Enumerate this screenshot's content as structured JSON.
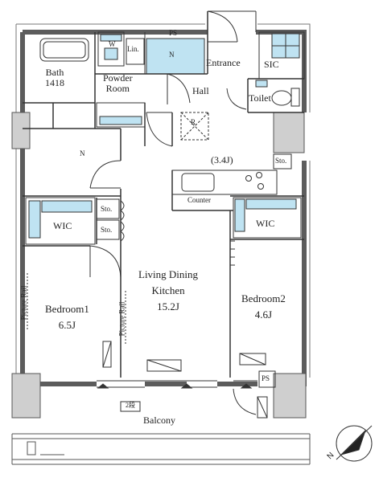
{
  "rooms": {
    "bath": {
      "name": "Bath",
      "size": "1418"
    },
    "washer": "W",
    "linen": "Lin.",
    "ps_top": "PS",
    "fridge_top": "N",
    "entrance": "Entrance",
    "sic": "SIC",
    "powder": {
      "line1": "Powder",
      "line2": "Room"
    },
    "hall": "Hall",
    "toilet": "Toilet",
    "fridge_corridor": "N",
    "r_mark": "R",
    "kitchen_area": "(3.4J)",
    "storage_kitchen": "Sto.",
    "counter": "Counter",
    "wic_left": "WIC",
    "sto_a": "Sto.",
    "sto_b": "Sto.",
    "wic_right": "WIC",
    "ldk": {
      "line1": "Living Dining",
      "line2": "Kitchen",
      "size": "15.2J"
    },
    "bedroom1": {
      "name": "Bedroom1",
      "size": "6.5J"
    },
    "bedroom2": {
      "name": "Bedroom2",
      "size": "4.6J"
    },
    "picture_rail_left": "Picture Rail",
    "picture_rail_ldk": "Picture Rail",
    "ps_bottom": "PS",
    "balcony": "Balcony",
    "ac_label": "2段",
    "north": "N"
  },
  "colors": {
    "wall": "#5c5c5c",
    "line": "#333333",
    "fixture_fill": "#bfe3f2",
    "column": "#cfcfcf"
  }
}
